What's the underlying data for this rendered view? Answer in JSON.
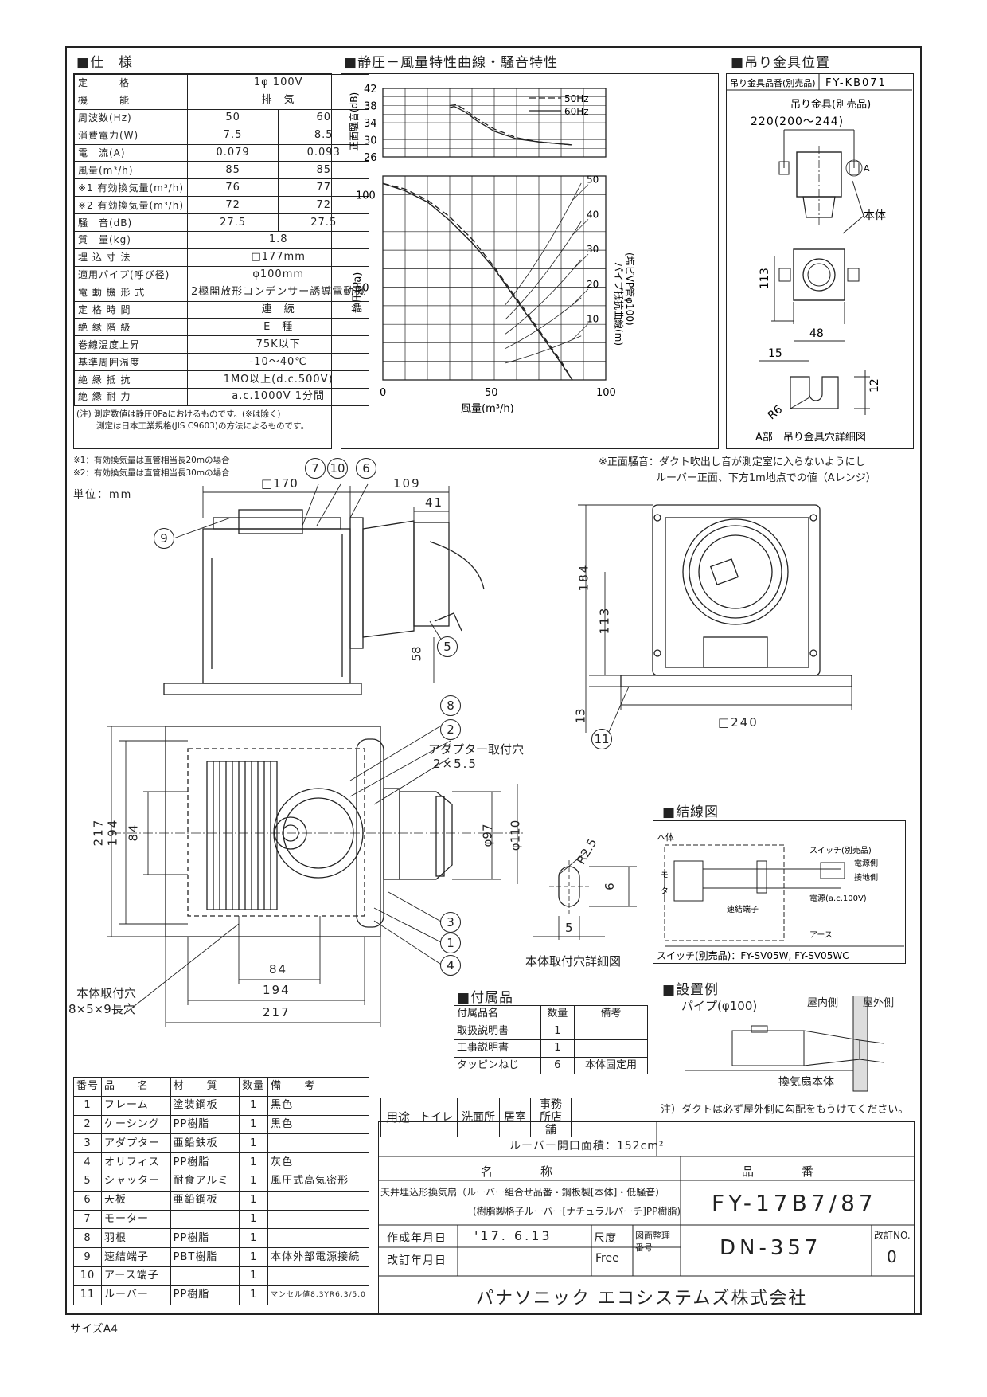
{
  "sections": {
    "spec": "仕　様",
    "chart": "静圧－風量特性曲線・騒音特性",
    "hanger": "吊り金具位置",
    "wiring": "結線図",
    "accessories": "付属品",
    "install": "設置例"
  },
  "spec_table": [
    {
      "label": "定　　　格",
      "v50": "1φ 100V",
      "v60": "",
      "merged": true
    },
    {
      "label": "機　　　能",
      "v50": "排　気",
      "v60": "",
      "merged": true
    },
    {
      "label": "周波数(Hz)",
      "v50": "50",
      "v60": "60"
    },
    {
      "label": "消費電力(W)",
      "v50": "7.5",
      "v60": "8.5"
    },
    {
      "label": "電　流(A)",
      "v50": "0.079",
      "v60": "0.093"
    },
    {
      "label": "風量(m³/h)",
      "v50": "85",
      "v60": "85"
    },
    {
      "label": "※1 有効換気量(m³/h)",
      "v50": "76",
      "v60": "77"
    },
    {
      "label": "※2 有効換気量(m³/h)",
      "v50": "72",
      "v60": "72"
    },
    {
      "label": "騒　音(dB)",
      "v50": "27.5",
      "v60": "27.5"
    },
    {
      "label": "質　量(kg)",
      "v50": "1.8",
      "v60": "",
      "merged": true
    },
    {
      "label": "埋 込 寸 法",
      "v50": "□177mm",
      "v60": "",
      "merged": true
    },
    {
      "label": "適用パイプ(呼び径)",
      "v50": "φ100mm",
      "v60": "",
      "merged": true
    },
    {
      "label": "電 動 機 形 式",
      "v50": "2極開放形コンデンサー誘導電動機",
      "v60": "",
      "merged": true
    },
    {
      "label": "定 格 時 間",
      "v50": "連　続",
      "v60": "",
      "merged": true
    },
    {
      "label": "絶 縁 階 級",
      "v50": "E　種",
      "v60": "",
      "merged": true
    },
    {
      "label": "巻線温度上昇",
      "v50": "75K以下",
      "v60": "",
      "merged": true
    },
    {
      "label": "基準周囲温度",
      "v50": "-10～40℃",
      "v60": "",
      "merged": true
    },
    {
      "label": "絶 縁 抵 抗",
      "v50": "1MΩ以上(d.c.500V)",
      "v60": "",
      "merged": true
    },
    {
      "label": "絶 縁 耐 力",
      "v50": "a.c.1000V 1分間",
      "v60": "",
      "merged": true
    }
  ],
  "spec_note_1": "(注) 測定数値は静圧0Paにおけるものです。(※は除く)",
  "spec_note_2": "測定は日本工業規格(JIS C9603)の方法によるものです。",
  "footnote_1": "※1：有効換気量は直管相当長20mの場合",
  "footnote_2": "※2：有効換気量は直管相当長30mの場合",
  "unit_label": "単位：mm",
  "noise_note_1": "※正面騒音：ダクト吹出し音が測定室に入らないようにし",
  "noise_note_2": "ルーバー正面、下方1m地点での値（Aレンジ）",
  "chart_data": {
    "type": "line",
    "noise_chart": {
      "ylabel": "正面騒音(dB)",
      "yticks": [
        "42",
        "38",
        "34",
        "30",
        "26"
      ],
      "ylim": [
        26,
        42
      ],
      "series": [
        {
          "name": "50Hz",
          "style": "dashed",
          "x": [
            30,
            33,
            37,
            42,
            50,
            60,
            70,
            85
          ],
          "y": [
            38,
            38.2,
            37,
            35,
            32.5,
            30.5,
            29.5,
            28.8
          ]
        },
        {
          "name": "60Hz",
          "style": "solid",
          "x": [
            30,
            32,
            37,
            42,
            50,
            60,
            70,
            85
          ],
          "y": [
            37.5,
            37.8,
            36.5,
            34.5,
            32,
            30.2,
            29.5,
            28.8
          ]
        }
      ]
    },
    "pressure_chart": {
      "ylabel": "静圧(Pa)",
      "xlabel": "風量(m³/h)",
      "xlim": [
        0,
        100
      ],
      "ylim": [
        0,
        110
      ],
      "xticks": [
        "0",
        "50",
        "100"
      ],
      "yticks": [
        "100",
        "50"
      ],
      "series": [
        {
          "name": "50Hz",
          "style": "dashed",
          "x": [
            0,
            10,
            20,
            30,
            40,
            50,
            60,
            70,
            80,
            85
          ],
          "y": [
            106,
            103,
            97,
            88,
            76,
            61,
            44,
            27,
            10,
            0
          ]
        },
        {
          "name": "60Hz",
          "style": "solid",
          "x": [
            0,
            10,
            20,
            30,
            40,
            50,
            60,
            70,
            80,
            85
          ],
          "y": [
            106,
            102,
            96,
            86,
            74,
            60,
            43,
            26,
            9,
            0
          ]
        }
      ],
      "pipe_resistance_label": "パイプ抵抗曲線(m)",
      "pipe_resistance_sub": "(塩ビVP管φ100)",
      "pipe_curves": [
        "50",
        "40",
        "30",
        "20",
        "10"
      ]
    },
    "legend": [
      "50Hz",
      "60Hz"
    ]
  },
  "hanger": {
    "model_label": "吊り金具品番(別売品)",
    "model": "FY-KB071",
    "bracket_label": "吊り金具(別売品)",
    "dim_220": "220(200～244)",
    "body_label": "本体",
    "dim_113": "113",
    "dim_48": "48",
    "dim_15": "15",
    "dim_12": "12",
    "r6": "R6",
    "a_label": "A",
    "detail_caption": "A部　吊り金具穴詳細図"
  },
  "drawing": {
    "dim_170": "□170",
    "dim_109": "109",
    "dim_41": "41",
    "dim_58": "58",
    "dim_184": "184",
    "dim_113": "113",
    "dim_13": "13",
    "dim_240": "□240",
    "dim_217": "217",
    "dim_194": "194",
    "dim_84": "84",
    "dim_84b": "84",
    "dim_194b": "194",
    "dim_217b": "217",
    "dim_97": "φ97",
    "dim_110": "φ110",
    "adapter_hole": "アダプター取付穴",
    "adapter_hole_dim": "2×5.5",
    "mount_hole": "本体取付穴",
    "mount_hole_dim": "8×5×9長穴",
    "slot_r": "R2.5",
    "slot_9": "9",
    "slot_5": "5",
    "slot_caption": "本体取付穴詳細図",
    "callouts": [
      "9",
      "7",
      "10",
      "6",
      "5",
      "11",
      "8",
      "2",
      "3",
      "1",
      "4"
    ]
  },
  "wiring": {
    "body": "本体",
    "motor": "モーター",
    "terminal": "速結端子",
    "switch": "スイッチ(別売品)",
    "power_side": "電源側",
    "ground_side": "接地側",
    "power": "電源(a.c.100V)",
    "earth": "アース",
    "switch_models": "スイッチ(別売品)：FY-SV05W, FY-SV05WC"
  },
  "accessories": {
    "headers": [
      "付属品名",
      "数量",
      "備考"
    ],
    "rows": [
      [
        "取扱説明書",
        "1",
        ""
      ],
      [
        "工事説明書",
        "1",
        ""
      ],
      [
        "タッピンねじ",
        "6",
        "本体固定用"
      ]
    ]
  },
  "install": {
    "pipe": "パイプ(φ100)",
    "indoor": "屋内側",
    "outdoor": "屋外側",
    "body": "換気扇本体",
    "note": "注）ダクトは必ず屋外側に勾配をもうけてください。"
  },
  "parts": {
    "headers": [
      "番号",
      "品　　名",
      "材　　質",
      "数量",
      "備　　考"
    ],
    "rows": [
      [
        "1",
        "フレーム",
        "塗装鋼板",
        "1",
        "黒色"
      ],
      [
        "2",
        "ケーシング",
        "PP樹脂",
        "1",
        "黒色"
      ],
      [
        "3",
        "アダプター",
        "亜鉛鉄板",
        "1",
        ""
      ],
      [
        "4",
        "オリフィス",
        "PP樹脂",
        "1",
        "灰色"
      ],
      [
        "5",
        "シャッター",
        "耐食アルミ",
        "1",
        "風圧式高気密形"
      ],
      [
        "6",
        "天板",
        "亜鉛鋼板",
        "1",
        ""
      ],
      [
        "7",
        "モーター",
        "",
        "1",
        ""
      ],
      [
        "8",
        "羽根",
        "PP樹脂",
        "1",
        ""
      ],
      [
        "9",
        "速結端子",
        "PBT樹脂",
        "1",
        "本体外部電源接続"
      ],
      [
        "10",
        "アース端子",
        "",
        "1",
        ""
      ],
      [
        "11",
        "ルーバー",
        "PP樹脂",
        "1",
        "マンセル値8.3YR6.3/5.0"
      ]
    ]
  },
  "usage": {
    "label": "用途",
    "items": [
      "トイレ",
      "洗面所",
      "居室",
      "事務所店舗"
    ]
  },
  "louver_area": "ルーバー開口面積：152cm²",
  "title_block": {
    "name_header": "名　　　　称",
    "part_header": "品　　　　番",
    "name_line1": "天井埋込形換気扇（ルーバー組合せ品番・鋼板製[本体]・低騒音）",
    "name_line2": "(樹脂製格子ルーバー[ナチュラルパーチ]PP樹脂)",
    "part_no": "FY-17B7/87",
    "created_label": "作成年月日",
    "created": "'17. 6.13",
    "revised_label": "改訂年月日",
    "scale_label": "尺度",
    "scale": "Free",
    "drawing_label": "図面整理番号",
    "drawing_no": "DN-357",
    "rev_label": "改訂NO.",
    "rev": "0",
    "company": "パナソニック エコシステムズ株式会社"
  },
  "paper_size": "サイズA4"
}
